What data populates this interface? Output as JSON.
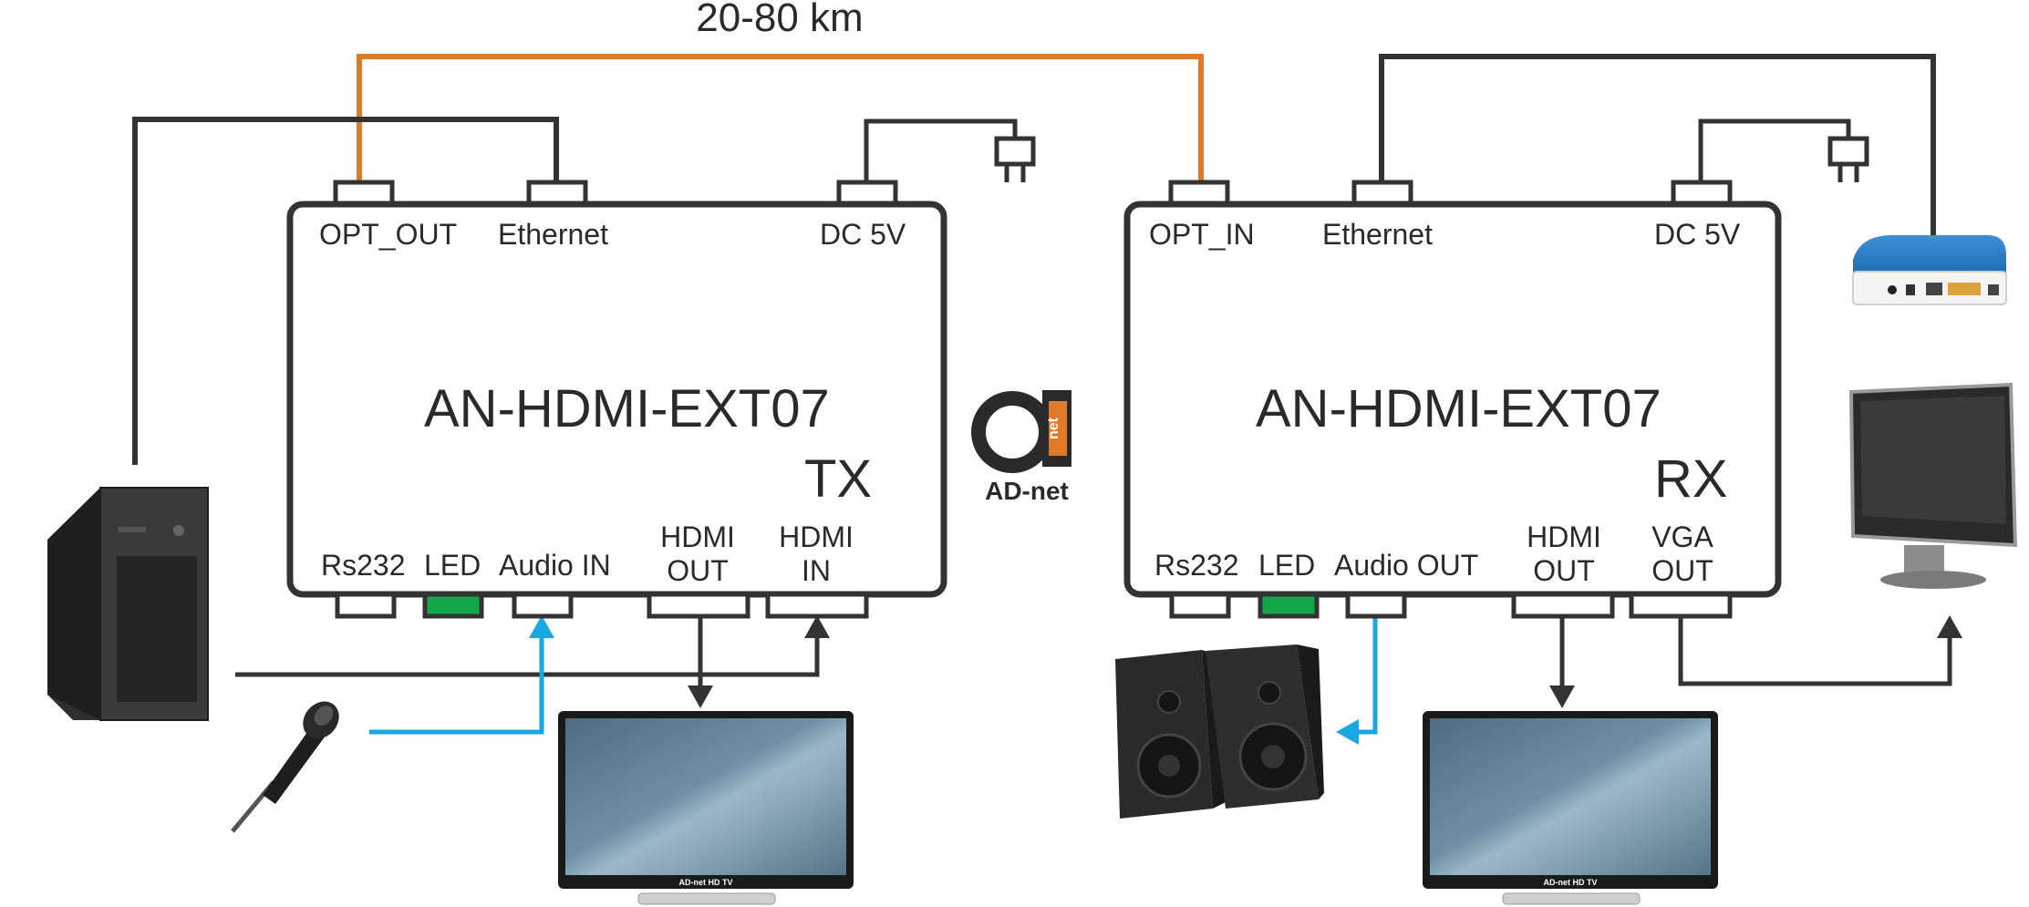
{
  "distance_label": "20-80 km",
  "tx": {
    "model": "AN-HDMI-EXT07",
    "side": "TX",
    "top_ports": [
      "OPT_OUT",
      "Ethernet",
      "DC 5V"
    ],
    "bottom_ports": {
      "rs232": "Rs232",
      "led": "LED",
      "audio": "Audio IN",
      "hdmi_out": [
        "HDMI",
        "OUT"
      ],
      "hdmi_in": [
        "HDMI",
        "IN"
      ]
    }
  },
  "rx": {
    "model": "AN-HDMI-EXT07",
    "side": "RX",
    "top_ports": [
      "OPT_IN",
      "Ethernet",
      "DC 5V"
    ],
    "bottom_ports": {
      "rs232": "Rs232",
      "led": "LED",
      "audio": "Audio OUT",
      "hdmi_out": [
        "HDMI",
        "OUT"
      ],
      "vga_out": [
        "VGA",
        "OUT"
      ]
    }
  },
  "logo": {
    "mark": "net",
    "text": "AD-net"
  },
  "tv_brand": "AD-net HD TV",
  "colors": {
    "fiber": "#e07a26",
    "audio": "#1aa6e0",
    "cable": "#333333",
    "led": "#14a64b",
    "box_stroke": "#333333"
  }
}
